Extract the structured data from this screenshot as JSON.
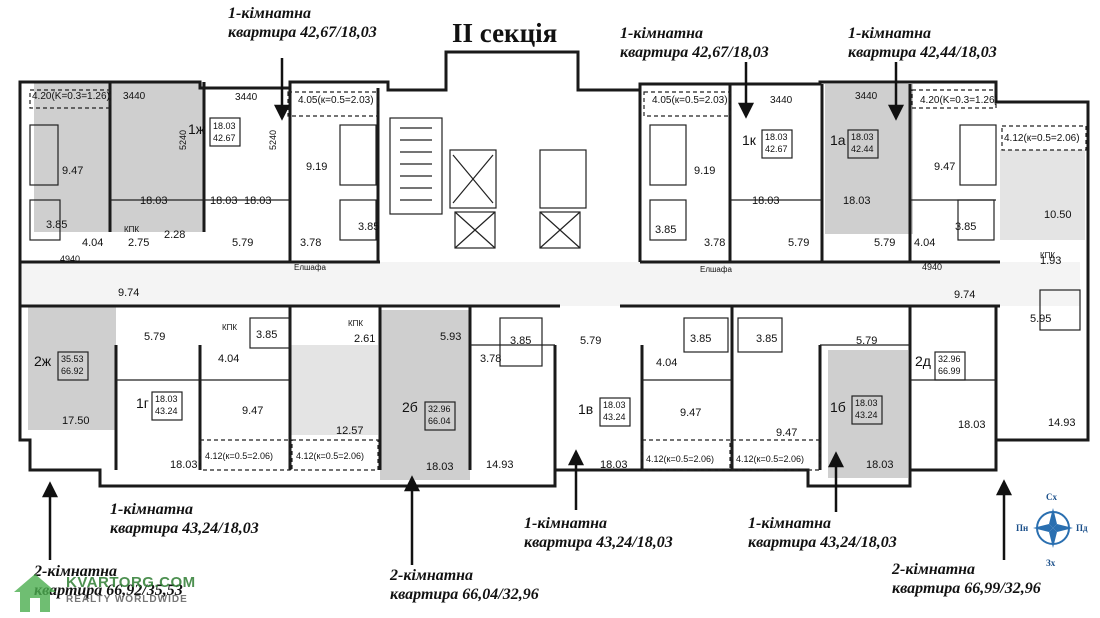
{
  "title": "ІІ секція",
  "apartments": {
    "top1_line1": "1-кімнатна",
    "top1_line2": "квартира 42,67/18,03",
    "top2_line1": "1-кімнатна",
    "top2_line2": "квартира 42,67/18,03",
    "top3_line1": "1-кімнатна",
    "top3_line2": "квартира 42,44/18,03",
    "bot1_line1": "1-кімнатна",
    "bot1_line2": "квартира 43,24/18,03",
    "bot2_line1": "1-кімнатна",
    "bot2_line2": "квартира 43,24/18,03",
    "bot3_line1": "1-кімнатна",
    "bot3_line2": "квартира 43,24/18,03",
    "two1_line1": "2-кімнатна",
    "two1_line2": "квартира 66,92/35,53",
    "two2_line1": "2-кімнатна",
    "two2_line2": "квартира 66,04/32,96",
    "two3_line1": "2-кімнатна",
    "two3_line2": "квартира 66,99/32,96"
  },
  "plan_labels": {
    "t_left_dim": "4.20(K=0.3=1.26)",
    "t_3440_a": "3440",
    "t_3440_b": "3440",
    "t_3440_c": "3440",
    "t_3440_d": "3440",
    "t_405_a": "4.05(к=0.5=2.03)",
    "t_405_b": "4.05(к=0.5=2.03)",
    "t_420_b": "4.20(K=0.3=1.26)",
    "t_412_a": "4.12(к=0.5=2.06)",
    "apt_1zh": "1ж",
    "apt_1zh_a": "18.03",
    "apt_1zh_b": "42.67",
    "apt_1k": "1к",
    "apt_1k_a": "18.03",
    "apt_1k_b": "42.67",
    "apt_1a": "1а",
    "apt_1a_a": "18.03",
    "apt_1a_b": "42.44",
    "apt_2zh": "2ж",
    "apt_2zh_a": "35.53",
    "apt_2zh_b": "66.92",
    "apt_1g": "1г",
    "apt_1g_a": "18.03",
    "apt_1g_b": "43.24",
    "apt_2b": "2б",
    "apt_2b_a": "32.96",
    "apt_2b_b": "66.04",
    "apt_1v": "1в",
    "apt_1v_a": "18.03",
    "apt_1v_b": "43.24",
    "apt_1b": "1б",
    "apt_1b_a": "18.03",
    "apt_1b_b": "43.24",
    "apt_2d": "2д",
    "apt_2d_a": "32.96",
    "apt_2d_b": "66.99",
    "r_947_a": "9.47",
    "r_947_b": "9.47",
    "r_947_c": "9.47",
    "r_947_d": "9.47",
    "r_947_e": "9.47",
    "r_919_a": "9.19",
    "r_919_b": "9.19",
    "r_1803_a": "18.03",
    "r_1803_b": "18.03",
    "r_1803_c": "18.03",
    "r_1803_d": "18.03",
    "r_1803_e": "18.03",
    "r_1803_f": "18.03",
    "r_1803_g": "18.03",
    "r_1803_h": "18.03",
    "r_1803_i": "18.03",
    "r_1803_j": "18.03",
    "r_385_a": "3.85",
    "r_385_b": "3.85",
    "r_385_c": "3.85",
    "r_385_d": "3.85",
    "r_385_e": "3.85",
    "r_385_f": "3.85",
    "r_385_g": "3.85",
    "r_385_h": "3.85",
    "r_404_a": "4.04",
    "r_404_b": "4.04",
    "r_404_c": "4.04",
    "r_404_d": "4.04",
    "r_579_a": "5.79",
    "r_579_b": "5.79",
    "r_579_c": "5.79",
    "r_579_d": "5.79",
    "r_579_e": "5.79",
    "r_579_f": "5.79",
    "r_378_a": "3.78",
    "r_378_b": "3.78",
    "r_378_c": "3.78",
    "r_275": "2.75",
    "r_228": "2.28",
    "r_974_a": "9.74",
    "r_974_b": "9.74",
    "r_1750": "17.50",
    "r_1257": "12.57",
    "r_261": "2.61",
    "r_593": "5.93",
    "r_595": "5.95",
    "r_1493_a": "14.93",
    "r_1493_b": "14.93",
    "r_1050": "10.50",
    "r_193": "1.93",
    "r_elshafa_a": "Елшафа",
    "r_elshafa_b": "Елшафа",
    "r_kpk_a": "КПК",
    "r_kpk_b": "КПК",
    "r_kpk_c": "КПК",
    "r_kpk_d": "КПК",
    "d_4940_a": "4940",
    "d_4940_b": "4940",
    "d_5240_a": "5240",
    "d_5240_b": "5240",
    "d_412_b": "4.12(к=0.5=2.06)",
    "d_412_c": "4.12(к=0.5=2.06)",
    "d_412_d": "4.12(к=0.5=2.06)",
    "d_412_e": "4.12(к=0.5=2.06)"
  },
  "compass": {
    "n": "Сх",
    "w": "Пн",
    "e": "Пд",
    "s": "Зх"
  },
  "watermark": {
    "line1": "KVARTORG.COM",
    "line2": "REALTY WORLDWIDE"
  },
  "colors": {
    "wall": "#1a1a1a",
    "shade": "#cfcfcf",
    "lightshade": "#e4e4e4",
    "line": "#222222",
    "compass": "#2a6fb0"
  }
}
